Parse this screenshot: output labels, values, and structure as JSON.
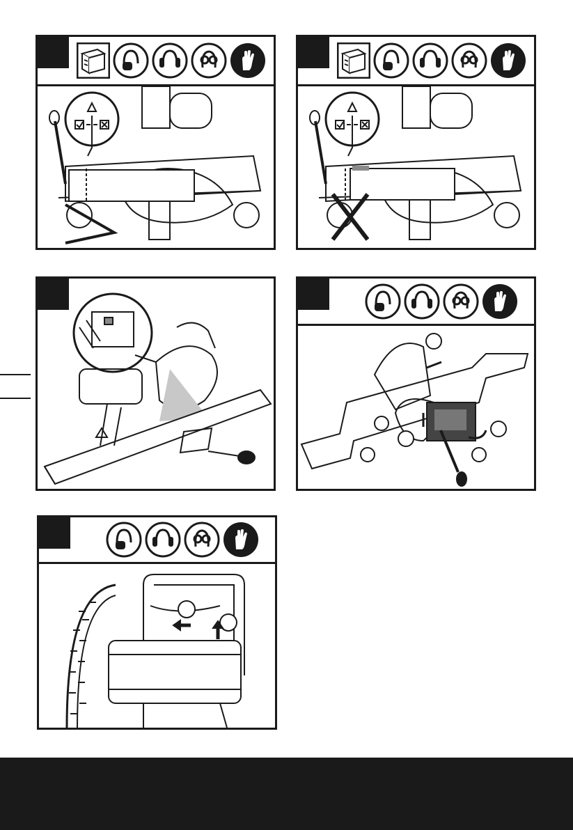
{
  "panels": [
    {
      "id": "p1",
      "icons": [
        "wood-icon",
        "dust-mask-icon",
        "ear-protection-icon",
        "safety-glasses-icon",
        "gloves-icon"
      ],
      "laser_label_left": "✓",
      "laser_label_right": "✕",
      "cross_shown": false
    },
    {
      "id": "p2",
      "icons": [
        "wood-icon",
        "dust-mask-icon",
        "ear-protection-icon",
        "safety-glasses-icon",
        "gloves-icon"
      ],
      "laser_label_left": "✓",
      "laser_label_right": "✕",
      "cross_shown": true
    },
    {
      "id": "p3",
      "icons": []
    },
    {
      "id": "p4",
      "icons": [
        "dust-mask-icon",
        "ear-protection-icon",
        "safety-glasses-icon",
        "gloves-icon"
      ]
    },
    {
      "id": "p5",
      "icons": [
        "dust-mask-icon",
        "ear-protection-icon",
        "safety-glasses-icon",
        "gloves-icon"
      ]
    }
  ],
  "colors": {
    "ink": "#1a1a1a",
    "paper": "#ffffff",
    "accent": "#f2c200"
  }
}
